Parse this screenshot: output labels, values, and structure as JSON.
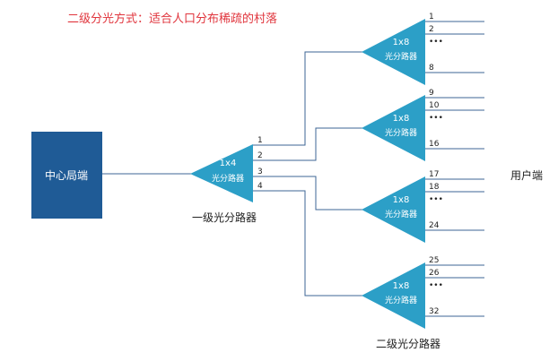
{
  "title": "二级分光方式：适合人口分布稀疏的村落",
  "central_office": "中心局端",
  "level1": {
    "ratio": "1x4",
    "sub": "光分路器",
    "caption": "一级光分路器",
    "ports": [
      "1",
      "2",
      "3",
      "4"
    ]
  },
  "level2": [
    {
      "ratio": "1x8",
      "sub": "光分路器",
      "ports": [
        "1",
        "2",
        "•••",
        "8"
      ]
    },
    {
      "ratio": "1x8",
      "sub": "光分路器",
      "ports": [
        "9",
        "10",
        "•••",
        "16"
      ]
    },
    {
      "ratio": "1x8",
      "sub": "光分路器",
      "ports": [
        "17",
        "18",
        "•••",
        "24"
      ]
    },
    {
      "ratio": "1x8",
      "sub": "光分路器",
      "ports": [
        "25",
        "26",
        "•••",
        "32"
      ]
    }
  ],
  "level2_caption": "二级光分路器",
  "user_end": "用户端",
  "colors": {
    "box": "#1f5b96",
    "triangle": "#2c9fc7",
    "wire": "#3d6694",
    "title": "#e0343c"
  }
}
